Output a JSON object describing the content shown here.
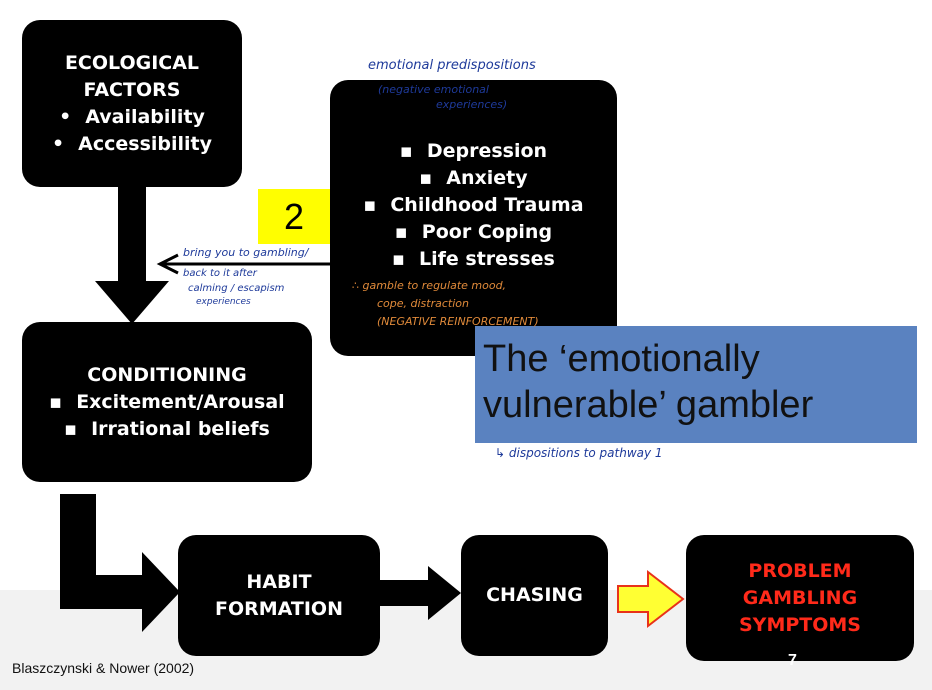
{
  "ecological": {
    "title": "ECOLOGICAL\nFACTORS",
    "items": [
      "Availability",
      "Accessibility"
    ]
  },
  "emotional": {
    "items": [
      "Depression",
      "Anxiety",
      "Childhood Trauma",
      "Poor Coping",
      "Life stresses"
    ]
  },
  "conditioning": {
    "title": "CONDITIONING",
    "items": [
      "Excitement/Arousal",
      "Irrational beliefs"
    ]
  },
  "habit": {
    "title": "HABIT\nFORMATION"
  },
  "chasing": {
    "title": "CHASING"
  },
  "problem": {
    "title": "PROBLEM\nGAMBLING\nSYMPTOMS",
    "color": "#ff2a1a"
  },
  "pathway_badge": {
    "label": "2",
    "color": "#fffe00"
  },
  "overlay": {
    "text": "The ‘emotionally\nvulnerable’ gambler",
    "bg": "#5a82c0"
  },
  "annotations": {
    "top1": "emotional predispositions",
    "top2": "(negative emotional",
    "top3": "experiences)",
    "left1": "bring you to gambling/",
    "left2": "back to it after",
    "left3": "calming / escapism",
    "left4": "experiences",
    "or1": "∴ gamble to regulate mood,",
    "or2": "cope, distraction",
    "or3": "(NEGATIVE REINFORCEMENT)",
    "bottom": "↳ dispositions to pathway 1"
  },
  "citation": "Blaszczynski & Nower (2002)",
  "page_number": "7"
}
